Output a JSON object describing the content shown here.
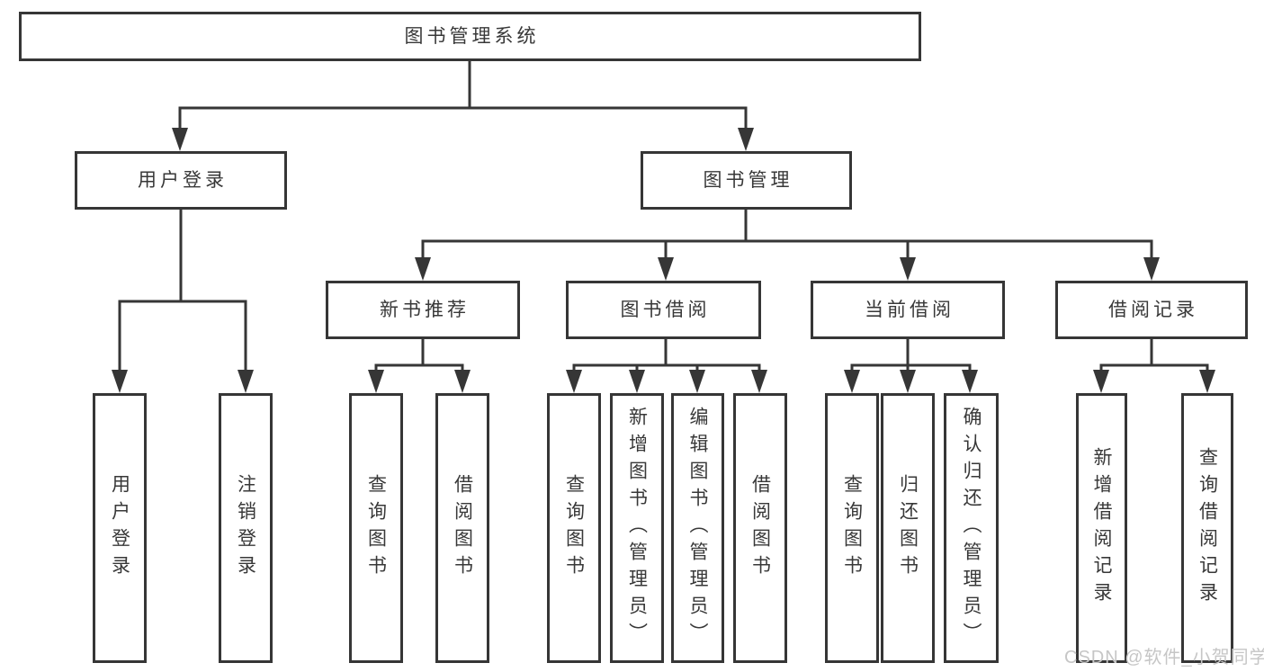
{
  "tree": {
    "root": {
      "label": "图书管理系统"
    },
    "level2": [
      {
        "label": "用户登录",
        "children": [
          {
            "label": "用户登录"
          },
          {
            "label": "注销登录"
          }
        ]
      },
      {
        "label": "图书管理",
        "children": [
          {
            "label": "新书推荐",
            "children": [
              {
                "label": "查询图书"
              },
              {
                "label": "借阅图书"
              }
            ]
          },
          {
            "label": "图书借阅",
            "children": [
              {
                "label": "查询图书"
              },
              {
                "label": "新增图书（管理员）"
              },
              {
                "label": "编辑图书（管理员）"
              },
              {
                "label": "借阅图书"
              }
            ]
          },
          {
            "label": "当前借阅",
            "children": [
              {
                "label": "查询图书"
              },
              {
                "label": "归还图书"
              },
              {
                "label": "确认归还（管理员）"
              }
            ]
          },
          {
            "label": "借阅记录",
            "children": [
              {
                "label": "新增借阅记录"
              },
              {
                "label": "查询借阅记录"
              }
            ]
          }
        ]
      }
    ]
  },
  "watermark": {
    "text": "CSDN @软件_小贺同学"
  },
  "colors": {
    "line": "#363636",
    "box_border": "#363636",
    "text": "#383838",
    "background": "#ffffff",
    "watermark": "#c6c6c6"
  }
}
